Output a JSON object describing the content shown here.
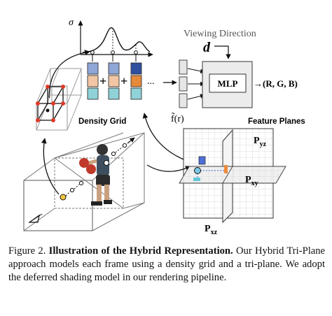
{
  "figure": {
    "sigma_label": "σ",
    "ellipsis": "...",
    "viewing_direction": "Viewing Direction",
    "d_label": "d",
    "mlp_label": "MLP",
    "rgb_output": "→(R, G, B)",
    "f_label": "f̃(r)",
    "density_grid_label": "Density Grid",
    "feature_planes_label": "Feature Planes",
    "plane_labels": {
      "p_main": "P",
      "yz_sub": "yz",
      "xy_sub": "xy",
      "xz_sub": "xz"
    },
    "plus": "+",
    "colors": {
      "blue": "#8fa6d6",
      "orange": "#f2c6a4",
      "teal": "#8fd2d8",
      "dark_blue": "#2f4f9f",
      "dark_orange": "#e58a3a",
      "sample_point": "#7ec7e6"
    }
  },
  "caption": {
    "number": "Figure 2.",
    "title": "Illustration of the Hybrid Representation.",
    "body": "Our Hybrid Tri-Plane approach models each frame using a density grid and a tri-plane. We adopt the deferred shading model in our rendering pipeline."
  }
}
